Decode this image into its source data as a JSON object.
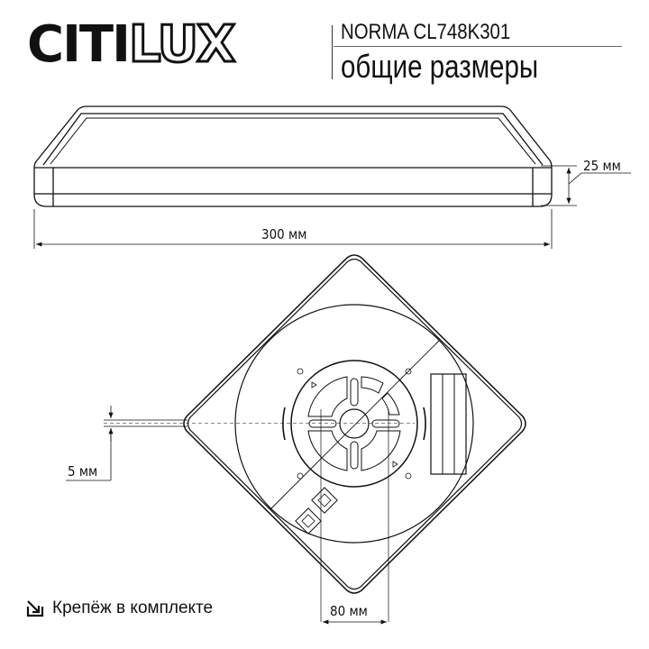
{
  "header": {
    "brand_part1": "CITI",
    "brand_part2": "LUX",
    "model": "NORMA CL748K301",
    "subtitle": "общие размеры"
  },
  "dimensions": {
    "width": "300 мм",
    "height": "25 мм",
    "gap": "5 мм",
    "mount": "80 мм"
  },
  "footer": {
    "icon": "arrow-down-right-box-icon",
    "label": "Крепёж в комплекте"
  },
  "colors": {
    "line": "#111111",
    "background": "#ffffff"
  }
}
